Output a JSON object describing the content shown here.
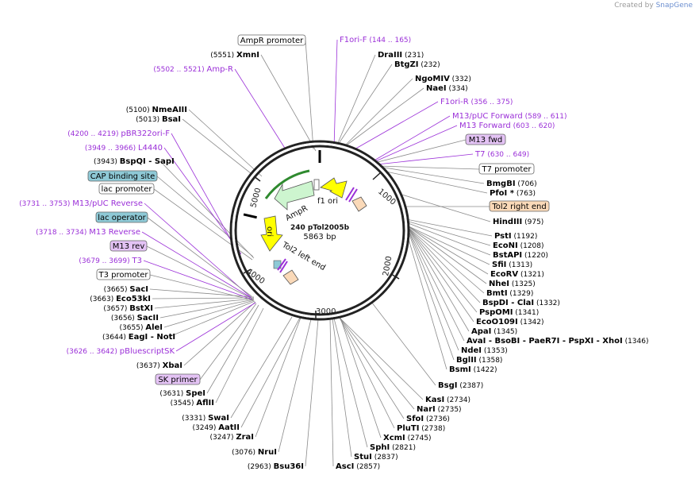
{
  "credit": {
    "prefix": "Created by",
    "brand": "SnapGene"
  },
  "plasmid": {
    "name": "240 pTol2005b",
    "length": "5863 bp"
  },
  "ticks": [
    "1000",
    "2000",
    "3000",
    "4000",
    "5000"
  ],
  "feature_labels": {
    "ampr": "AmpR",
    "f1_ori": "f1 ori",
    "ori": "ori",
    "tol2_left": "Tol2 left end"
  },
  "sites": [
    {
      "name": "XmnI",
      "pos": "(5551)",
      "style": "bold",
      "side": "L"
    },
    {
      "name": "NmeAIII",
      "pos": "(5100)",
      "style": "bold",
      "side": "L"
    },
    {
      "name": "BsaI",
      "pos": "(5013)",
      "style": "bold",
      "side": "L"
    },
    {
      "name": "BspQI",
      "extra": "SapI",
      "pos": "(3943)",
      "style": "bold",
      "side": "L"
    },
    {
      "name": "SacI",
      "pos": "(3665)",
      "style": "bold",
      "side": "L"
    },
    {
      "name": "Eco53kI",
      "pos": "(3663)",
      "style": "bold",
      "side": "L"
    },
    {
      "name": "BstXI",
      "pos": "(3657)",
      "style": "bold",
      "side": "L"
    },
    {
      "name": "SacII",
      "pos": "(3656)",
      "style": "bold",
      "side": "L"
    },
    {
      "name": "AleI",
      "pos": "(3655)",
      "style": "bold",
      "side": "L"
    },
    {
      "name": "EagI",
      "extra": "NotI",
      "pos": "(3644)",
      "style": "bold",
      "side": "L"
    },
    {
      "name": "XbaI",
      "pos": "(3637)",
      "style": "bold",
      "side": "L"
    },
    {
      "name": "SpeI",
      "pos": "(3631)",
      "style": "bold",
      "side": "L"
    },
    {
      "name": "AflII",
      "pos": "(3545)",
      "style": "bold",
      "side": "L"
    },
    {
      "name": "SwaI",
      "pos": "(3331)",
      "style": "bold",
      "side": "L"
    },
    {
      "name": "AatII",
      "pos": "(3249)",
      "style": "bold",
      "side": "L"
    },
    {
      "name": "ZraI",
      "pos": "(3247)",
      "style": "bold",
      "side": "L"
    },
    {
      "name": "NruI",
      "pos": "(3076)",
      "style": "bold",
      "side": "L"
    },
    {
      "name": "Bsu36I",
      "pos": "(2963)",
      "style": "bold",
      "side": "L"
    },
    {
      "name": "DraIII",
      "pos": "(231)",
      "style": "bold",
      "side": "R"
    },
    {
      "name": "BtgZI",
      "pos": "(232)",
      "style": "bold",
      "side": "R"
    },
    {
      "name": "NgoMIV",
      "pos": "(332)",
      "style": "bold",
      "side": "R"
    },
    {
      "name": "NaeI",
      "pos": "(334)",
      "style": "bold",
      "side": "R"
    },
    {
      "name": "BmgBI",
      "pos": "(706)",
      "style": "bold",
      "side": "R"
    },
    {
      "name": "PfoI *",
      "pos": "(763)",
      "style": "bold",
      "side": "R"
    },
    {
      "name": "HindIII",
      "pos": "(975)",
      "style": "bold",
      "side": "R"
    },
    {
      "name": "PstI",
      "pos": "(1192)",
      "style": "bold",
      "side": "R"
    },
    {
      "name": "EcoNI",
      "pos": "(1208)",
      "style": "bold",
      "side": "R"
    },
    {
      "name": "BstAPI",
      "pos": "(1220)",
      "style": "bold",
      "side": "R"
    },
    {
      "name": "SfiI",
      "pos": "(1313)",
      "style": "bold",
      "side": "R"
    },
    {
      "name": "EcoRV",
      "pos": "(1321)",
      "style": "bold",
      "side": "R"
    },
    {
      "name": "NheI",
      "pos": "(1325)",
      "style": "bold",
      "side": "R"
    },
    {
      "name": "BmtI",
      "pos": "(1329)",
      "style": "bold",
      "side": "R"
    },
    {
      "name": "BspDI",
      "extra": "ClaI",
      "pos": "(1332)",
      "style": "bold",
      "side": "R"
    },
    {
      "name": "PspOMI",
      "pos": "(1341)",
      "style": "bold",
      "side": "R"
    },
    {
      "name": "EcoO109I",
      "pos": "(1342)",
      "style": "bold",
      "side": "R"
    },
    {
      "name": "ApaI",
      "pos": "(1345)",
      "style": "bold",
      "side": "R"
    },
    {
      "name": "AvaI",
      "extra2": "BsoBI - PaeR7I - PspXI - XhoI",
      "pos": "(1346)",
      "style": "bold",
      "side": "R"
    },
    {
      "name": "NdeI",
      "pos": "(1353)",
      "style": "bold",
      "side": "R"
    },
    {
      "name": "BglII",
      "pos": "(1358)",
      "style": "bold",
      "side": "R"
    },
    {
      "name": "BsmI",
      "pos": "(1422)",
      "style": "bold",
      "side": "R"
    },
    {
      "name": "BsgI",
      "pos": "(2387)",
      "style": "bold",
      "side": "R"
    },
    {
      "name": "KasI",
      "pos": "(2734)",
      "style": "bold",
      "side": "R"
    },
    {
      "name": "NarI",
      "pos": "(2735)",
      "style": "bold",
      "side": "R"
    },
    {
      "name": "SfoI",
      "pos": "(2736)",
      "style": "bold",
      "side": "R"
    },
    {
      "name": "PluTI",
      "pos": "(2738)",
      "style": "bold",
      "side": "R"
    },
    {
      "name": "XcmI",
      "pos": "(2745)",
      "style": "bold",
      "side": "R"
    },
    {
      "name": "SphI",
      "pos": "(2821)",
      "style": "bold",
      "side": "R"
    },
    {
      "name": "StuI",
      "pos": "(2837)",
      "style": "bold",
      "side": "R"
    },
    {
      "name": "AscI",
      "pos": "(2857)",
      "style": "bold",
      "side": "R"
    }
  ],
  "primers": [
    {
      "name": "F1ori-F",
      "range": "(144 .. 165)"
    },
    {
      "name": "Amp-R",
      "range": "(5502 .. 5521)"
    },
    {
      "name": "F1ori-R",
      "range": "(356 .. 375)"
    },
    {
      "name": "M13/pUC Forward",
      "range": "(589 .. 611)"
    },
    {
      "name": "M13 Forward",
      "range": "(603 .. 620)"
    },
    {
      "name": "T7",
      "range": "(630 .. 649)"
    },
    {
      "name": "pBR322ori-F",
      "range": "(4200 .. 4219)"
    },
    {
      "name": "L4440",
      "range": "(3949 .. 3966)"
    },
    {
      "name": "M13/pUC Reverse",
      "range": "(3731 .. 3753)"
    },
    {
      "name": "M13 Reverse",
      "range": "(3718 .. 3734)"
    },
    {
      "name": "T3",
      "range": "(3679 .. 3699)"
    },
    {
      "name": "pBluescriptSK",
      "range": "(3626 .. 3642)"
    }
  ],
  "boxed": [
    {
      "name": "AmpR promoter",
      "kind": "white"
    },
    {
      "name": "M13 fwd",
      "kind": "violet"
    },
    {
      "name": "T7 promoter",
      "kind": "white"
    },
    {
      "name": "Tol2 right end",
      "kind": "peach"
    },
    {
      "name": "CAP binding site",
      "kind": "blue"
    },
    {
      "name": "lac promoter",
      "kind": "white"
    },
    {
      "name": "lac operator",
      "kind": "blue"
    },
    {
      "name": "M13 rev",
      "kind": "violet"
    },
    {
      "name": "T3 promoter",
      "kind": "white"
    },
    {
      "name": "SK primer",
      "kind": "violet"
    }
  ],
  "colors": {
    "primer": "#9b30d8",
    "site": "#000000",
    "line": "#8a8a8a",
    "violet_box": "#e4c3f5",
    "blue_box": "#8ec9d6",
    "peach_box": "#fad9b8",
    "ampr": "#cdf5cf",
    "f1ori": "#ffff00",
    "ori": "#ffff00",
    "tol2": "#fad9b8"
  }
}
